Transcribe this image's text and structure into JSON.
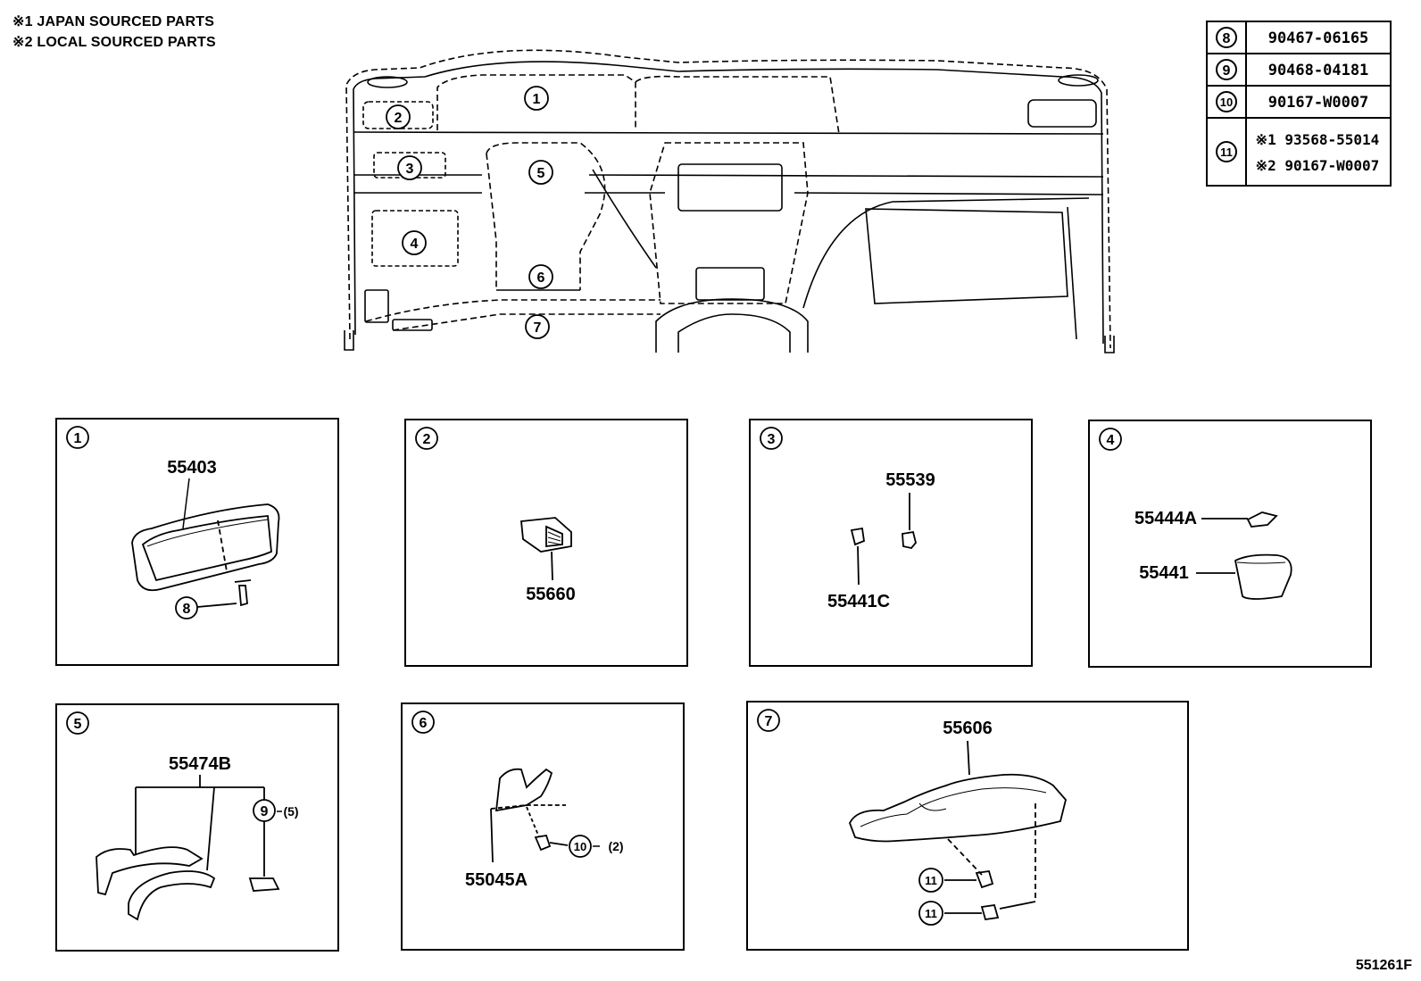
{
  "notes": [
    "※1 JAPAN SOURCED PARTS",
    "※2 LOCAL SOURCED PARTS"
  ],
  "fastener_table": [
    {
      "ref": "8",
      "parts": [
        "90467-06165"
      ]
    },
    {
      "ref": "9",
      "parts": [
        "90468-04181"
      ]
    },
    {
      "ref": "10",
      "parts": [
        "90167-W0007"
      ]
    },
    {
      "ref": "11",
      "parts": [
        "※1 93568-55014",
        "※2 90167-W0007"
      ]
    }
  ],
  "dashboard_callouts": [
    "1",
    "2",
    "3",
    "4",
    "5",
    "6",
    "7"
  ],
  "panels": [
    {
      "ref": "1",
      "labels": [
        "55403"
      ],
      "fastener": {
        "ref": "8",
        "qty": ""
      }
    },
    {
      "ref": "2",
      "labels": [
        "55660"
      ]
    },
    {
      "ref": "3",
      "labels": [
        "55539",
        "55441C"
      ]
    },
    {
      "ref": "4",
      "labels": [
        "55444A",
        "55441"
      ]
    },
    {
      "ref": "5",
      "labels": [
        "55474B"
      ],
      "fastener": {
        "ref": "9",
        "qty": "(5)"
      }
    },
    {
      "ref": "6",
      "labels": [
        "55045A"
      ],
      "fastener": {
        "ref": "10",
        "qty": "(2)"
      }
    },
    {
      "ref": "7",
      "labels": [
        "55606"
      ],
      "fastener": {
        "ref": "11",
        "qty": ""
      }
    }
  ],
  "drawing_id": "551261F"
}
